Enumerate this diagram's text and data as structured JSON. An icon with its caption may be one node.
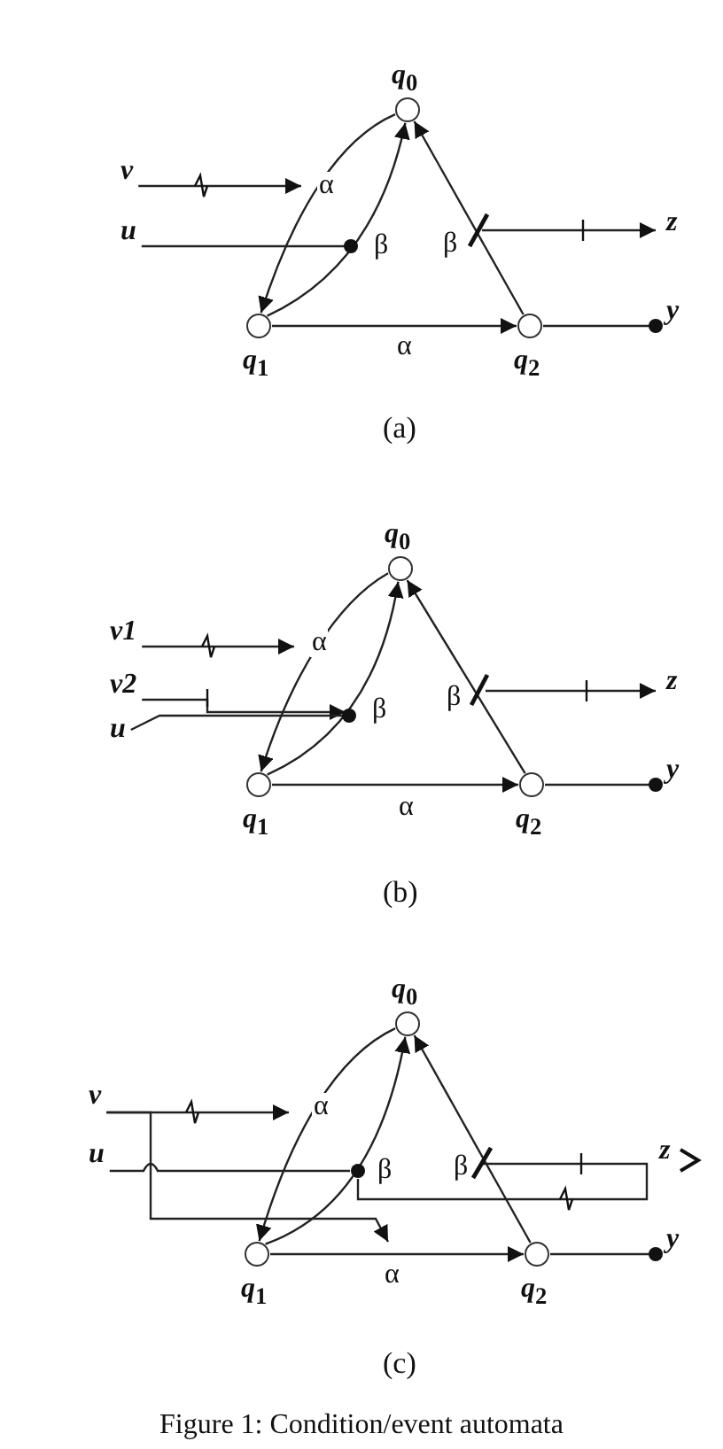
{
  "diagram": {
    "caption": "Figure 1: Condition/event automata",
    "nodes": [
      {
        "text": [],
        "shape": "circle",
        "beside": [
          "*q*$_{0}$"
        ]
      },
      {
        "text": [],
        "shape": "circle",
        "beside": [
          "*q*$_{1}$"
        ]
      },
      {
        "text": [],
        "shape": "circle",
        "beside": [
          "*q*$_{2}$"
        ]
      },
      {
        "text": [
          "v"
        ]
      },
      {
        "text": [
          "u"
        ]
      },
      {
        "text": [
          "z"
        ]
      },
      {
        "text": [
          "y"
        ]
      },
      {
        "text": [],
        "shape": "circle",
        "beside": [
          "*q*$_{0}$"
        ]
      },
      {
        "text": [],
        "shape": "circle",
        "beside": [
          "*q*$_{1}$"
        ]
      },
      {
        "text": [],
        "shape": "circle",
        "beside": [
          "*q*$_{2}$"
        ]
      },
      {
        "text": [
          "v1"
        ]
      },
      {
        "text": [
          "v2"
        ]
      },
      {
        "text": [
          "u"
        ]
      },
      {
        "text": [
          "z"
        ]
      },
      {
        "text": [
          "y"
        ]
      },
      {
        "text": [],
        "shape": "circle",
        "beside": [
          "*q*$_{0}$"
        ]
      },
      {
        "text": [],
        "shape": "circle",
        "beside": [
          "*q*$_{1}$"
        ]
      },
      {
        "text": [],
        "shape": "circle",
        "beside": [
          "*q*$_{2}$"
        ]
      },
      {
        "text": [
          "v"
        ]
      },
      {
        "text": [
          "u"
        ]
      },
      {
        "text": [
          "y"
        ]
      },
      {
        "text": [],
        "shape": "dot"
      }
    ],
    "edges": [
      {
        "from": 0,
        "to": 1,
        "arrow": "to",
        "label": "α"
      },
      {
        "from": 1,
        "to": 0,
        "arrow": "to",
        "label": "β"
      },
      {
        "from": 1,
        "to": 2,
        "arrow": "to",
        "label": "α"
      },
      {
        "from": 2,
        "to": 0,
        "arrow": "to",
        "label": "β"
      },
      {
        "from": 3,
        "to": null,
        "arrow": "to"
      },
      {
        "from": 4,
        "to": null,
        "arrow": "other"
      },
      {
        "from": null,
        "to": 5,
        "arrow": "to"
      },
      {
        "from": 2,
        "to": 6,
        "arrow": "other"
      },
      {
        "from": 7,
        "to": 8,
        "arrow": "to",
        "label": "α"
      },
      {
        "from": 8,
        "to": 7,
        "arrow": "to",
        "label": "β"
      },
      {
        "from": 8,
        "to": 9,
        "arrow": "to",
        "label": "α"
      },
      {
        "from": 9,
        "to": 7,
        "arrow": "to",
        "label": "β"
      },
      {
        "from": 10,
        "to": null,
        "arrow": "to"
      },
      {
        "from": 11,
        "to": null,
        "arrow": "to"
      },
      {
        "from": 12,
        "to": null,
        "arrow": "other"
      },
      {
        "from": null,
        "to": 13,
        "arrow": "to"
      },
      {
        "from": 9,
        "to": 14,
        "arrow": "other"
      },
      {
        "from": 15,
        "to": 16,
        "arrow": "to",
        "label": "α"
      },
      {
        "from": 16,
        "to": 15,
        "arrow": "to",
        "label": "β"
      },
      {
        "from": 16,
        "to": 17,
        "arrow": "to",
        "label": "α"
      },
      {
        "from": 17,
        "to": 15,
        "arrow": "to",
        "label": "β"
      },
      {
        "from": 18,
        "to": null,
        "arrow": "to"
      },
      {
        "from": 18,
        "to": null,
        "arrow": "to"
      },
      {
        "from": 19,
        "to": 21,
        "arrow": "none"
      },
      {
        "from": null,
        "to": 21,
        "arrow": "none"
      },
      {
        "from": 17,
        "to": 20,
        "arrow": "other"
      }
    ],
    "labels": [
      "(a)",
      "(b)",
      "z",
      "(c)"
    ]
  }
}
